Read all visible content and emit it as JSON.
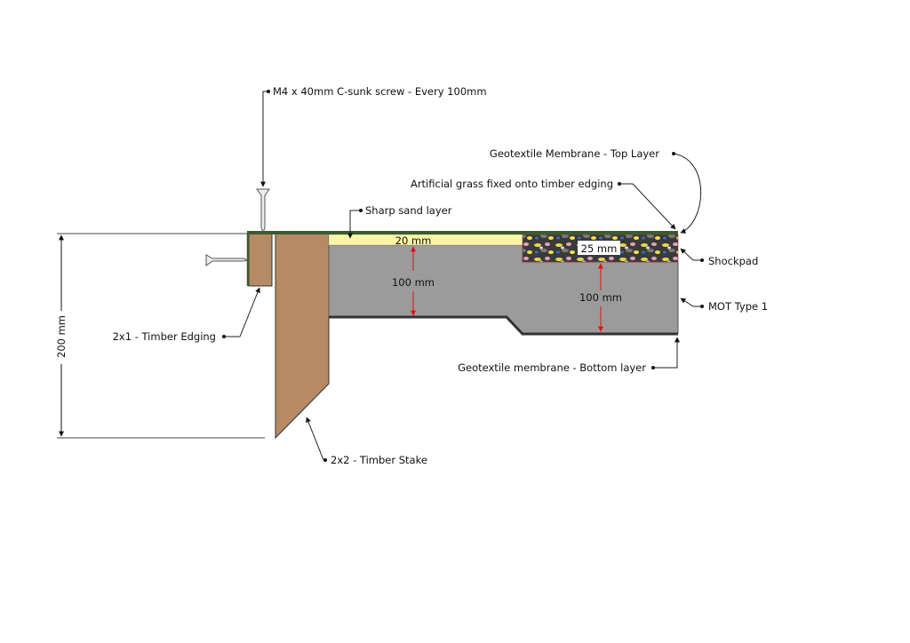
{
  "labels": {
    "screw": "M4 x 40mm C-sunk screw - Every 100mm",
    "geo_top": "Geotextile Membrane - Top Layer",
    "grass": "Artificial grass fixed onto timber edging",
    "sand": "Sharp sand layer",
    "shockpad": "Shockpad",
    "mot": "MOT Type 1",
    "geo_bottom": "Geotextile membrane - Bottom layer",
    "edging": "2x1 - Timber Edging",
    "stake": "2x2 - Timber Stake"
  },
  "dimensions": {
    "total": "200 mm",
    "sand": "20 mm",
    "mot_left": "100 mm",
    "shockpad": "25 mm",
    "mot_right": "100 mm"
  },
  "colors": {
    "timber": "#b58b66",
    "mot": "#9b9b9b",
    "sand": "#fff4a6",
    "membrane": "#3d5a2e",
    "dim_arrow": "#e01010"
  }
}
